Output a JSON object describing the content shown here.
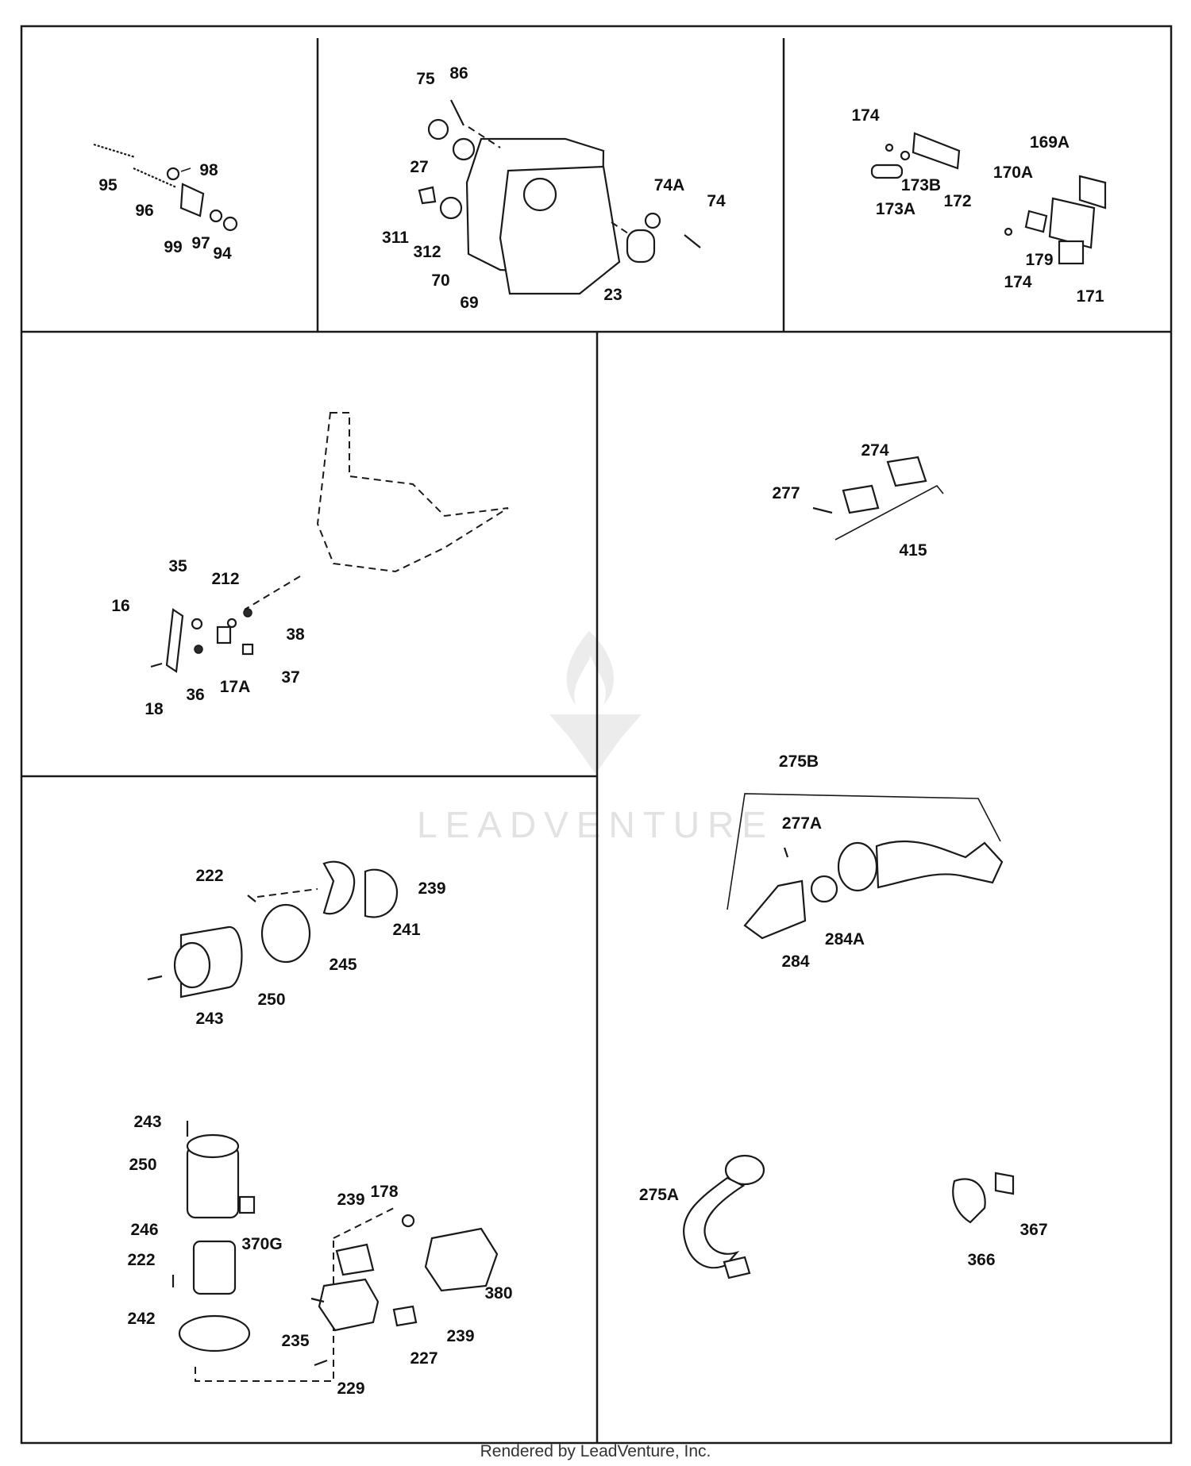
{
  "labels": {
    "p95": "95",
    "p96": "96",
    "p98": "98",
    "p99": "99",
    "p97": "97",
    "p94": "94",
    "p75": "75",
    "p86": "86",
    "p27": "27",
    "p311": "311",
    "p312": "312",
    "p70": "70",
    "p69": "69",
    "p23": "23",
    "p74A": "74A",
    "p74": "74",
    "p174a": "174",
    "p173B": "173B",
    "p173A": "173A",
    "p172": "172",
    "p169A": "169A",
    "p170A": "170A",
    "p179": "179",
    "p174b": "174",
    "p171": "171",
    "p35": "35",
    "p212": "212",
    "p16": "16",
    "p38": "38",
    "p37": "37",
    "p18": "18",
    "p36": "36",
    "p17A": "17A",
    "p274": "274",
    "p277": "277",
    "p415": "415",
    "p275B": "275B",
    "p277A": "277A",
    "p284": "284",
    "p284A": "284A",
    "p222a": "222",
    "p239a": "239",
    "p241": "241",
    "p245": "245",
    "p250a": "250",
    "p243a": "243",
    "p243b": "243",
    "p250b": "250",
    "p370G": "370G",
    "p246": "246",
    "p222b": "222",
    "p242": "242",
    "p239b": "239",
    "p178": "178",
    "p235": "235",
    "p380": "380",
    "p239c": "239",
    "p227": "227",
    "p229": "229",
    "p275A": "275A",
    "p366": "366",
    "p367": "367"
  },
  "watermark": "LEADVENTURE",
  "footer": "Rendered by LeadVenture, Inc."
}
